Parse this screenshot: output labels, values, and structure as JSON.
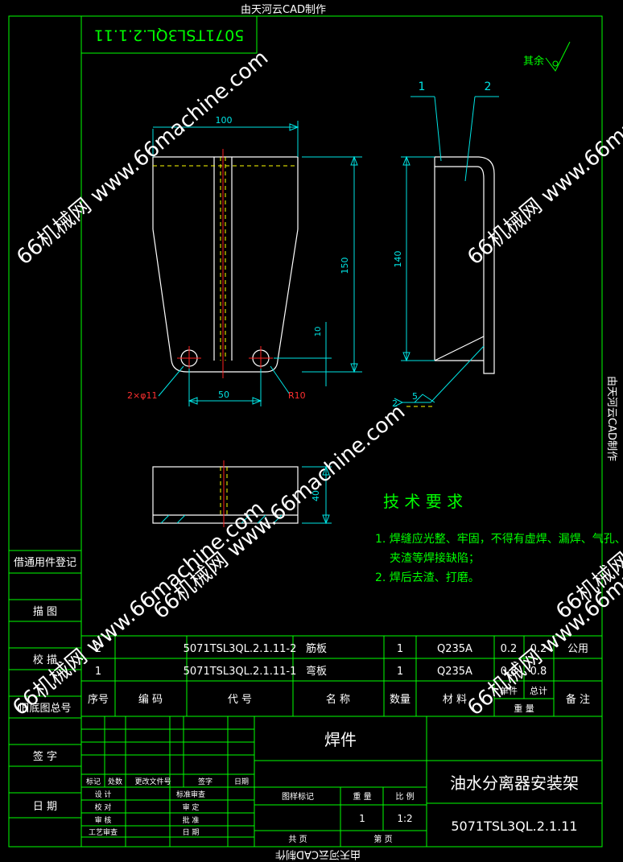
{
  "header_text": "由天河云CAD制作",
  "side_text": "由天河云CAD制作",
  "bottom_text": "由天河云CAD制作",
  "drawing_code_box": "5071TSL3QL.2.1.11",
  "roughness_label": "其余",
  "views": {
    "front": {
      "dim_width": "100",
      "dim_height": "150",
      "dim_10": "10",
      "dim_50": "50",
      "hole_note": "2×φ11",
      "radius_note": "R10"
    },
    "side": {
      "dim_height": "140",
      "leader_1": "1",
      "leader_2": "2",
      "weld_num": "2",
      "weld_size": "5"
    },
    "bottom": {
      "dim_height": "40"
    }
  },
  "tech_req": {
    "title": "技 术 要 求",
    "lines": [
      "1. 焊缝应光整、牢固，不得有虚焊、漏焊、气孔、",
      "夹渣等焊接缺陷；",
      "2. 焊后去渣、打磨。"
    ]
  },
  "left_panel": [
    "借通用件登记",
    "描 图",
    "校 描",
    "旧底图总号",
    "签 字",
    "日 期"
  ],
  "bom": {
    "rows": [
      [
        "2",
        "",
        "5071TSL3QL.2.1.11-2",
        "筋板",
        "1",
        "Q235A",
        "0.2",
        "0.2",
        "公用"
      ],
      [
        "1",
        "",
        "5071TSL3QL.2.1.11-1",
        "弯板",
        "1",
        "Q235A",
        "0.8",
        "0.8",
        ""
      ]
    ],
    "headers": {
      "seq": "序号",
      "code": "编 码",
      "drawing": "代 号",
      "name": "名 称",
      "qty": "数量",
      "material": "材 料",
      "single": "单件",
      "total": "总计",
      "weight": "重 量",
      "note": "备 注"
    }
  },
  "title_block": {
    "type": "焊件",
    "name": "油水分离器安装架",
    "code": "5071TSL3QL.2.1.11",
    "rev_labels": [
      "标记",
      "处数",
      "更改文件号",
      "签字",
      "日期"
    ],
    "role_labels": [
      "设 计",
      "校 对",
      "审 核",
      "工艺审查"
    ],
    "role_labels2": [
      "标准审查",
      "审 定",
      "批 准",
      "日 期"
    ],
    "stage_label": "图样标记",
    "weight_label": "重 量",
    "scale_label": "比 例",
    "weight_value": "1",
    "scale_value": "1:2",
    "sheets_label": "共 页",
    "sheet_label": "第 页"
  },
  "watermarks": [
    "66机械网 www.66machine.com",
    "66机械网 www.66machine.com",
    "66机械网 www.66machine.com",
    "66机械网 www.66machine.com",
    "66机械网 www.66machine.com",
    "66机械网 www.66machine.com"
  ]
}
